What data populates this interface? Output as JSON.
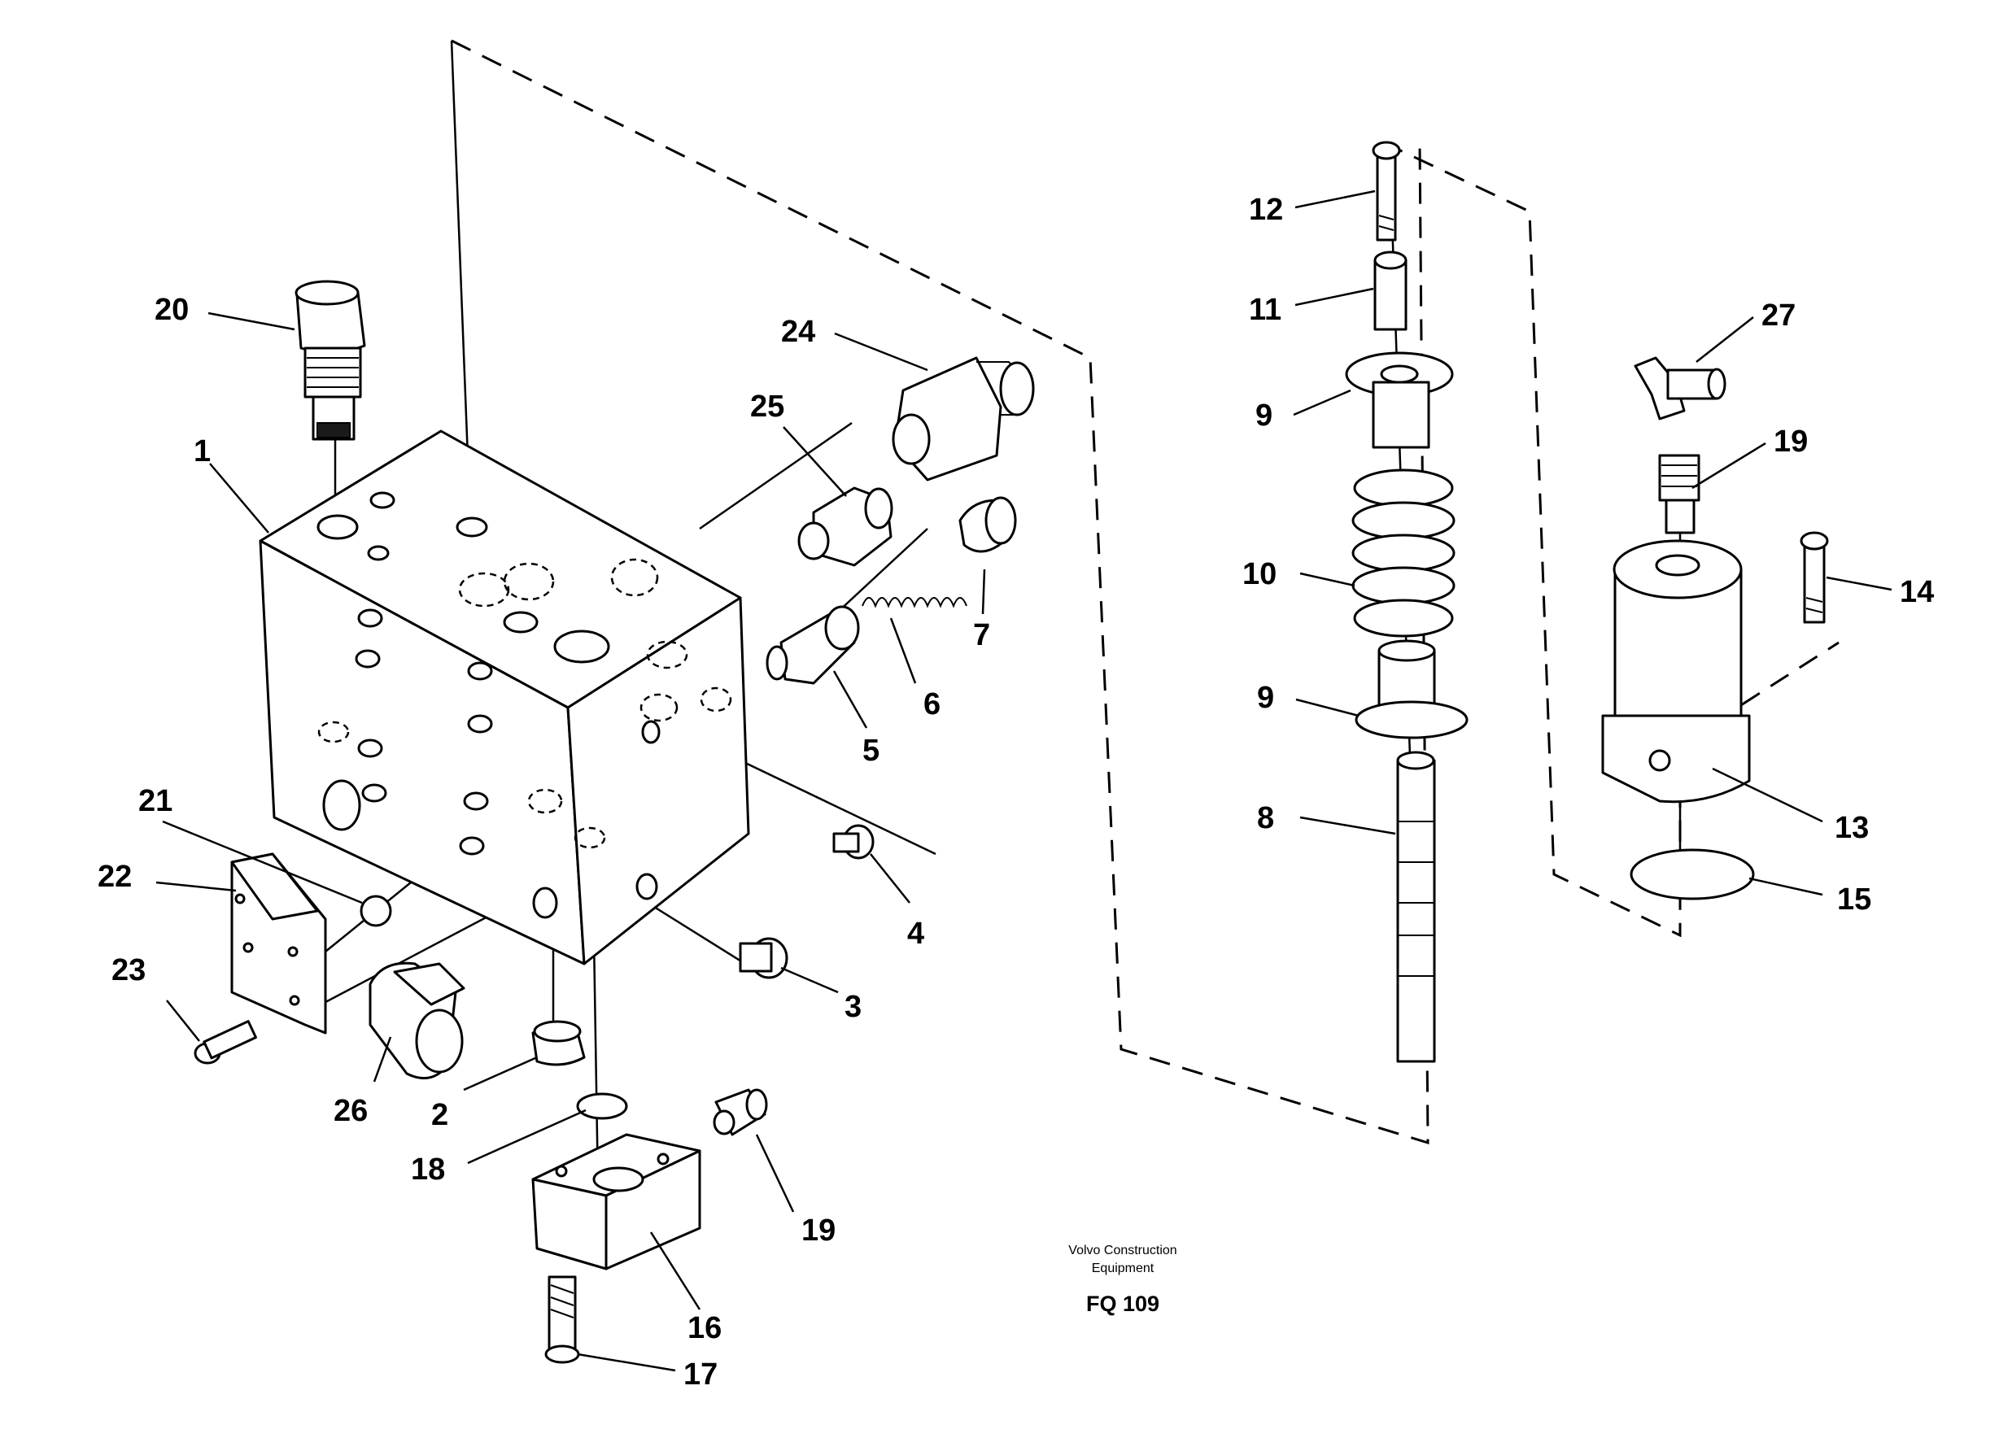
{
  "callouts": {
    "c1": "1",
    "c2": "2",
    "c3": "3",
    "c4": "4",
    "c5": "5",
    "c6": "6",
    "c7": "7",
    "c8": "8",
    "c9a": "9",
    "c9b": "9",
    "c10": "10",
    "c11": "11",
    "c12": "12",
    "c13": "13",
    "c14": "14",
    "c15": "15",
    "c16": "16",
    "c17": "17",
    "c18": "18",
    "c19a": "19",
    "c19b": "19",
    "c20": "20",
    "c21": "21",
    "c22": "22",
    "c23": "23",
    "c24": "24",
    "c25": "25",
    "c26": "26",
    "c27": "27"
  },
  "footer": {
    "manufacturer_line1": "Volvo Construction",
    "manufacturer_line2": "Equipment",
    "figure_code": "FQ 109"
  }
}
